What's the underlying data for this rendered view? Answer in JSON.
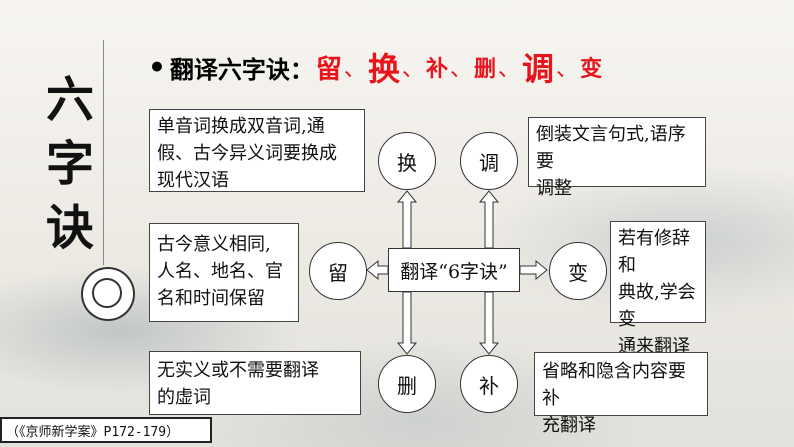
{
  "side_title": [
    "六",
    "字",
    "诀"
  ],
  "header": {
    "label": "翻译六字诀：",
    "items": [
      {
        "text": "留",
        "size": "s26"
      },
      {
        "text": "换",
        "size": "s32"
      },
      {
        "text": "补",
        "size": "s22"
      },
      {
        "text": "删",
        "size": "s22"
      },
      {
        "text": "调",
        "size": "s32"
      },
      {
        "text": "变",
        "size": "s22"
      }
    ],
    "separator": "、",
    "accent_color": "#e8141b"
  },
  "center": "翻译“6字诀”",
  "nodes": {
    "huan": "换",
    "tiao": "调",
    "liu": "留",
    "bian": "变",
    "shan": "删",
    "bu": "补"
  },
  "boxes": {
    "huan": [
      "单音词换成双音词,通",
      "假、古今异义词要换成",
      "现代汉语"
    ],
    "tiao": [
      "倒装文言句式,语序要",
      "调整"
    ],
    "liu": [
      "古今意义相同,",
      "人名、地名、官",
      "名和时间保留"
    ],
    "bian": [
      "若有修辞和",
      "典故,学会变",
      "通来翻译"
    ],
    "shan": [
      "无实义或不需要翻译",
      "的虚词"
    ],
    "bu": [
      "省略和隐含内容要补",
      "充翻译"
    ]
  },
  "footer": "（《京师新学案》P172-179）"
}
